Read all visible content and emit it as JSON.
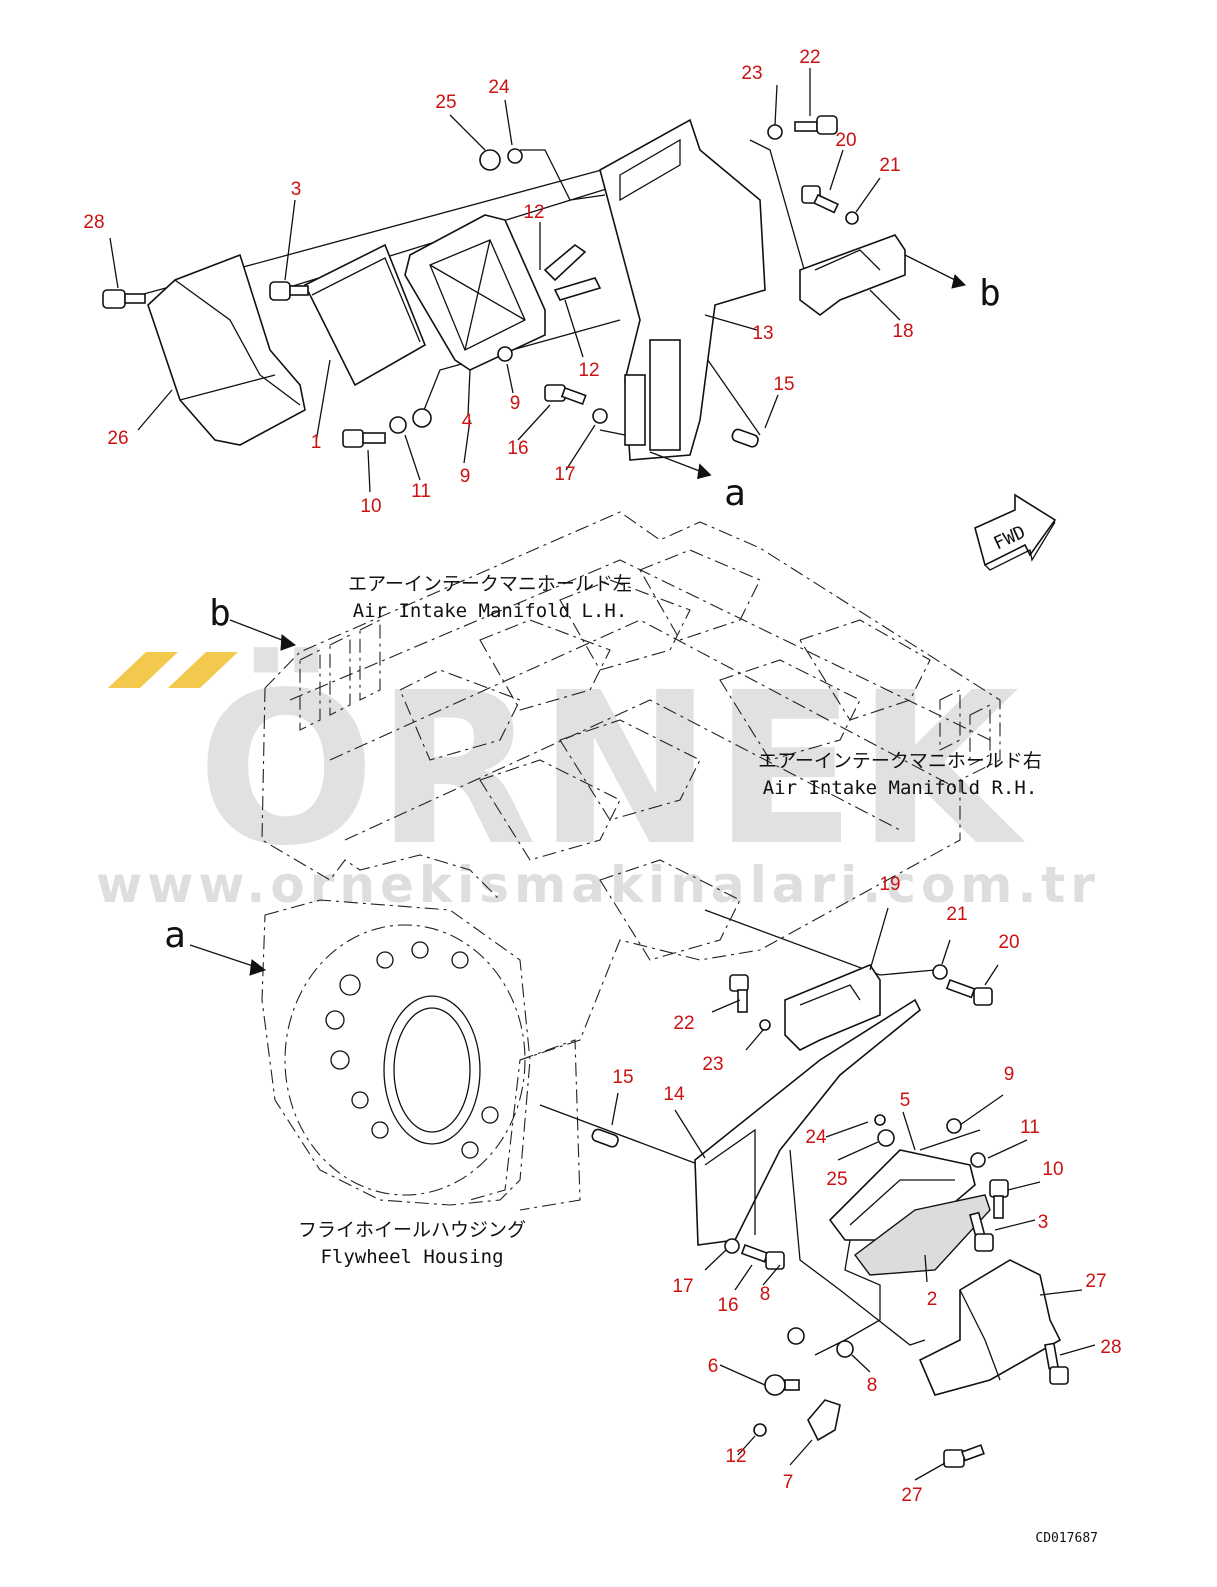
{
  "watermark": {
    "brand": "ÖRNEK",
    "url": "www.ornekismakinalari.com.tr",
    "accent_color": "#f2c94c"
  },
  "labels": {
    "lh_manifold_jp": "エアーインテークマニホールド左",
    "lh_manifold_en": "Air Intake Manifold L.H.",
    "rh_manifold_jp": "エアーインテークマニホールド右",
    "rh_manifold_en": "Air Intake Manifold R.H.",
    "flywheel_jp": "フライホイールハウジング",
    "flywheel_en": "Flywheel Housing",
    "fwd": "FWD",
    "drawing_code": "CD017687"
  },
  "refs": {
    "a": "a",
    "b": "b"
  },
  "callouts": [
    {
      "n": "28",
      "text": "28"
    },
    {
      "n": "3",
      "text": "3"
    },
    {
      "n": "25",
      "text": "25"
    },
    {
      "n": "24",
      "text": "24"
    },
    {
      "n": "12",
      "text": "12"
    },
    {
      "n": "26",
      "text": "26"
    },
    {
      "n": "1",
      "text": "1"
    },
    {
      "n": "10",
      "text": "10"
    },
    {
      "n": "11",
      "text": "11"
    },
    {
      "n": "9",
      "text": "9"
    },
    {
      "n": "4",
      "text": "4"
    },
    {
      "n": "9",
      "text": "9"
    },
    {
      "n": "12",
      "text": "12"
    },
    {
      "n": "16",
      "text": "16"
    },
    {
      "n": "17",
      "text": "17"
    },
    {
      "n": "13",
      "text": "13"
    },
    {
      "n": "15",
      "text": "15"
    },
    {
      "n": "23",
      "text": "23"
    },
    {
      "n": "22",
      "text": "22"
    },
    {
      "n": "20",
      "text": "20"
    },
    {
      "n": "21",
      "text": "21"
    },
    {
      "n": "18",
      "text": "18"
    },
    {
      "n": "19",
      "text": "19"
    },
    {
      "n": "21",
      "text": "21"
    },
    {
      "n": "20",
      "text": "20"
    },
    {
      "n": "22",
      "text": "22"
    },
    {
      "n": "23",
      "text": "23"
    },
    {
      "n": "15",
      "text": "15"
    },
    {
      "n": "14",
      "text": "14"
    },
    {
      "n": "9",
      "text": "9"
    },
    {
      "n": "5",
      "text": "5"
    },
    {
      "n": "11",
      "text": "11"
    },
    {
      "n": "24",
      "text": "24"
    },
    {
      "n": "10",
      "text": "10"
    },
    {
      "n": "25",
      "text": "25"
    },
    {
      "n": "3",
      "text": "3"
    },
    {
      "n": "27",
      "text": "27"
    },
    {
      "n": "2",
      "text": "2"
    },
    {
      "n": "17",
      "text": "17"
    },
    {
      "n": "16",
      "text": "16"
    },
    {
      "n": "8",
      "text": "8"
    },
    {
      "n": "28",
      "text": "28"
    },
    {
      "n": "6",
      "text": "6"
    },
    {
      "n": "8",
      "text": "8"
    },
    {
      "n": "12",
      "text": "12"
    },
    {
      "n": "7",
      "text": "7"
    },
    {
      "n": "27",
      "text": "27"
    }
  ]
}
